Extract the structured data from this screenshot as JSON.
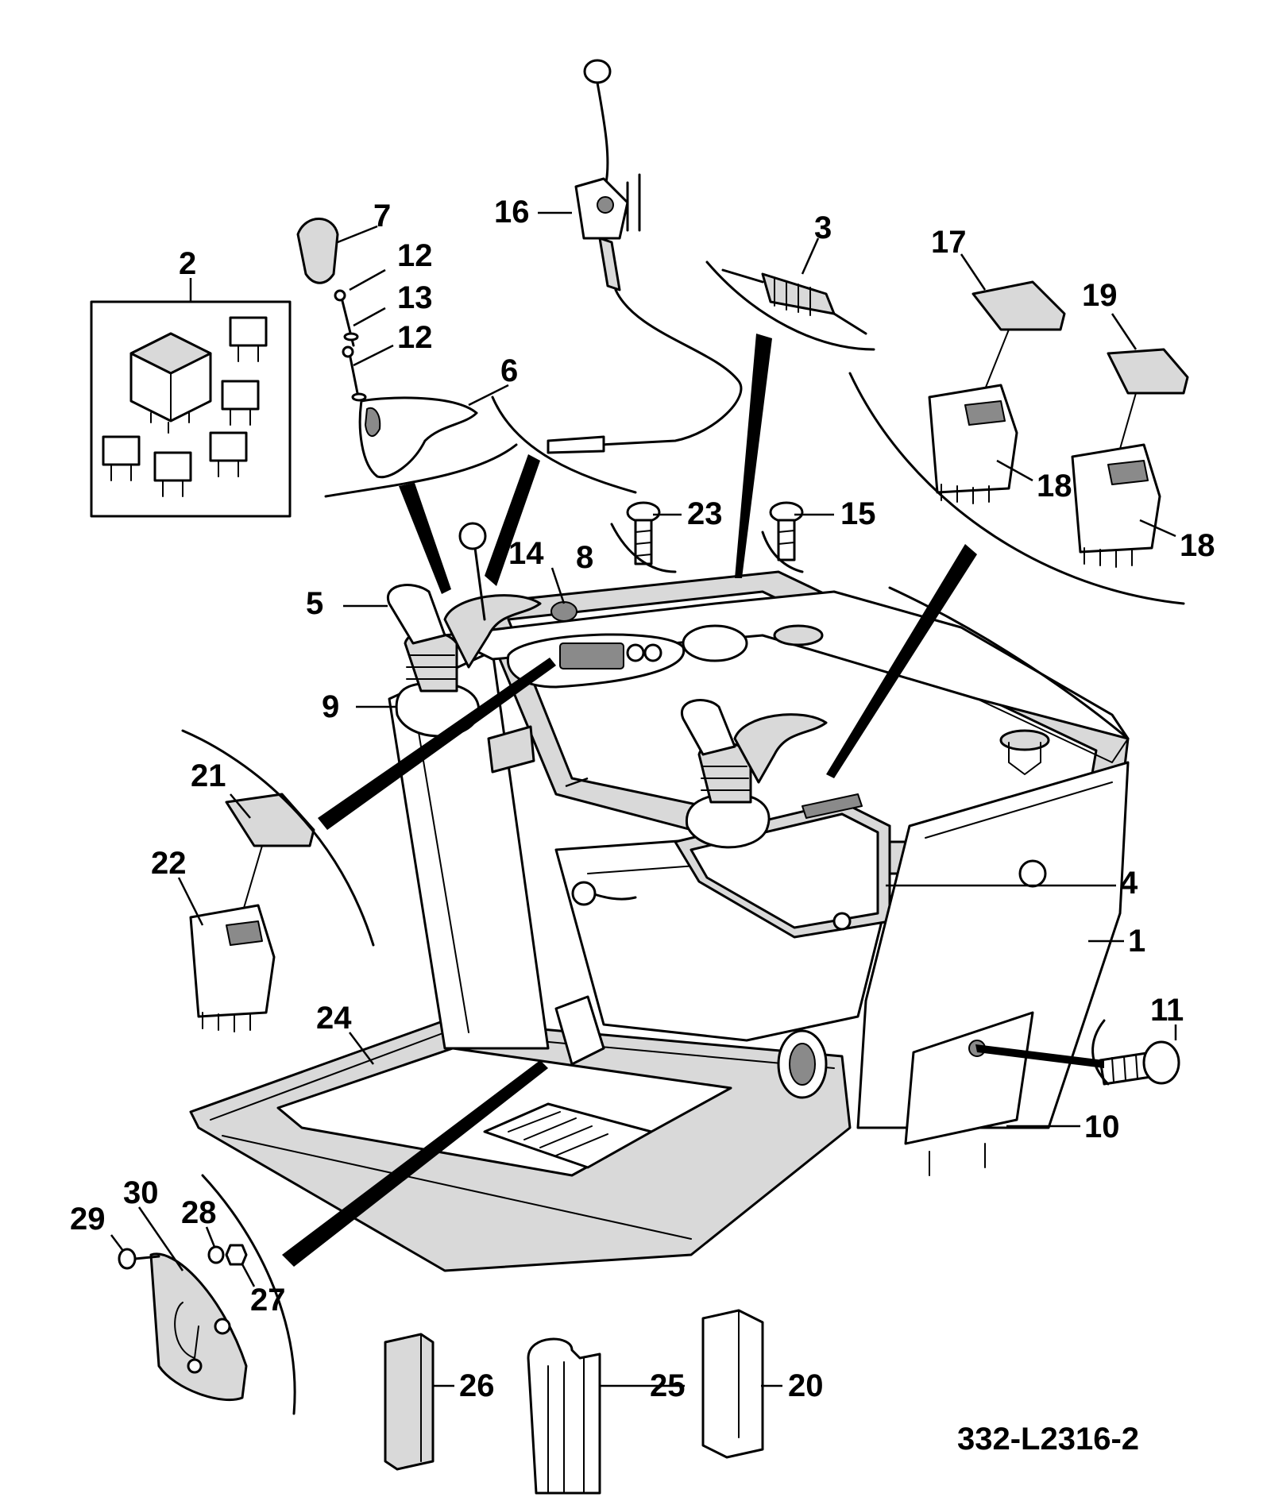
{
  "drawing_number": "332-L2316-2",
  "callouts": [
    "1",
    "2",
    "3",
    "4",
    "5",
    "6",
    "7",
    "8",
    "9",
    "10",
    "11",
    "12",
    "12",
    "13",
    "14",
    "15",
    "16",
    "17",
    "18",
    "18",
    "19",
    "20",
    "21",
    "22",
    "23",
    "24",
    "25",
    "26",
    "27",
    "28",
    "29",
    "30"
  ]
}
